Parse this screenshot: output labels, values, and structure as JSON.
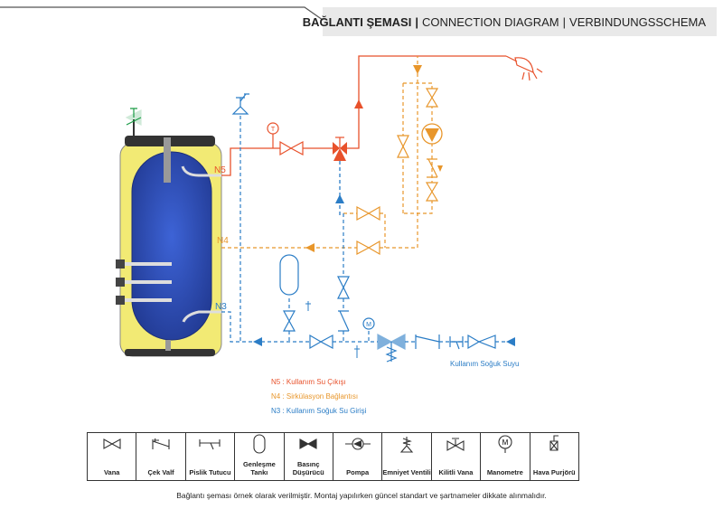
{
  "header": {
    "title_tr": "BAĞLANTI ŞEMASI",
    "title_en": "CONNECTION DIAGRAM",
    "title_de": "VERBINDUNGSSCHEMA"
  },
  "tank": {
    "n5": "N5",
    "n4": "N4",
    "n3": "N3"
  },
  "pipes": {
    "cold_water_label": "Kullanım Soğuk Suyu"
  },
  "legend_lines": [
    {
      "code": "N5 : Kullanım Su Çıkışı",
      "color": "#e8512b"
    },
    {
      "code": "N4 : Sirkülasyon Bağlantısı",
      "color": "#e8962b"
    },
    {
      "code": "N3 : Kullanım Soğuk Su Girişi",
      "color": "#2b7dc6"
    }
  ],
  "symbols": [
    {
      "icon": "valve-icon",
      "label": "Vana"
    },
    {
      "icon": "check-valve-icon",
      "label": "Çek Valf"
    },
    {
      "icon": "strainer-icon",
      "label": "Pislik Tutucu"
    },
    {
      "icon": "expansion-tank-icon",
      "label": "Genleşme Tankı"
    },
    {
      "icon": "pressure-reducer-icon",
      "label": "Basınç Düşürücü"
    },
    {
      "icon": "pump-icon",
      "label": "Pompa"
    },
    {
      "icon": "safety-valve-icon",
      "label": "Emniyet Ventili"
    },
    {
      "icon": "lockable-valve-icon",
      "label": "Kilitli Vana"
    },
    {
      "icon": "manometer-icon",
      "label": "Manometre"
    },
    {
      "icon": "air-vent-icon",
      "label": "Hava Purjörü"
    }
  ],
  "footer_note": "Bağlantı şeması örnek olarak verilmiştir. Montaj yapılırken güncel standart ve şartnameler dikkate alınmalıdır.",
  "colors": {
    "hot": "#e8512b",
    "circulation": "#e8962b",
    "cold": "#2b7dc6",
    "tank_blue": "#2f4fb8",
    "tank_yellow": "#f2ea74"
  }
}
